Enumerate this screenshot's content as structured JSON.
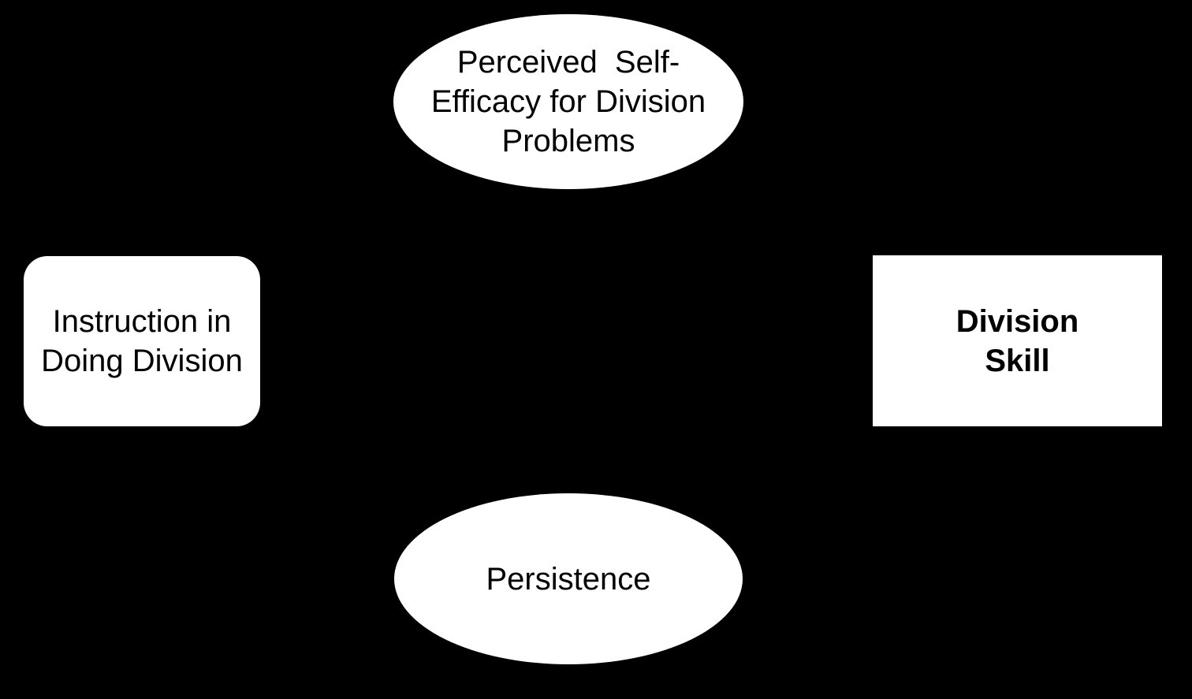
{
  "diagram": {
    "colors": {
      "background": "#000000",
      "node_fill": "#ffffff",
      "node_text": "#000000"
    },
    "nodes": [
      {
        "id": "perceived-self-efficacy",
        "shape": "ellipse",
        "label": "Perceived  Self-\nEfficacy for Division\nProblems",
        "font_weight": "normal"
      },
      {
        "id": "instruction-in-doing-division",
        "shape": "rounded-rectangle",
        "label": "Instruction in\nDoing Division",
        "font_weight": "normal"
      },
      {
        "id": "division-skill",
        "shape": "rectangle",
        "label": "Division\nSkill",
        "font_weight": "bold"
      },
      {
        "id": "persistence",
        "shape": "ellipse",
        "label": "Persistence",
        "font_weight": "normal"
      }
    ]
  }
}
